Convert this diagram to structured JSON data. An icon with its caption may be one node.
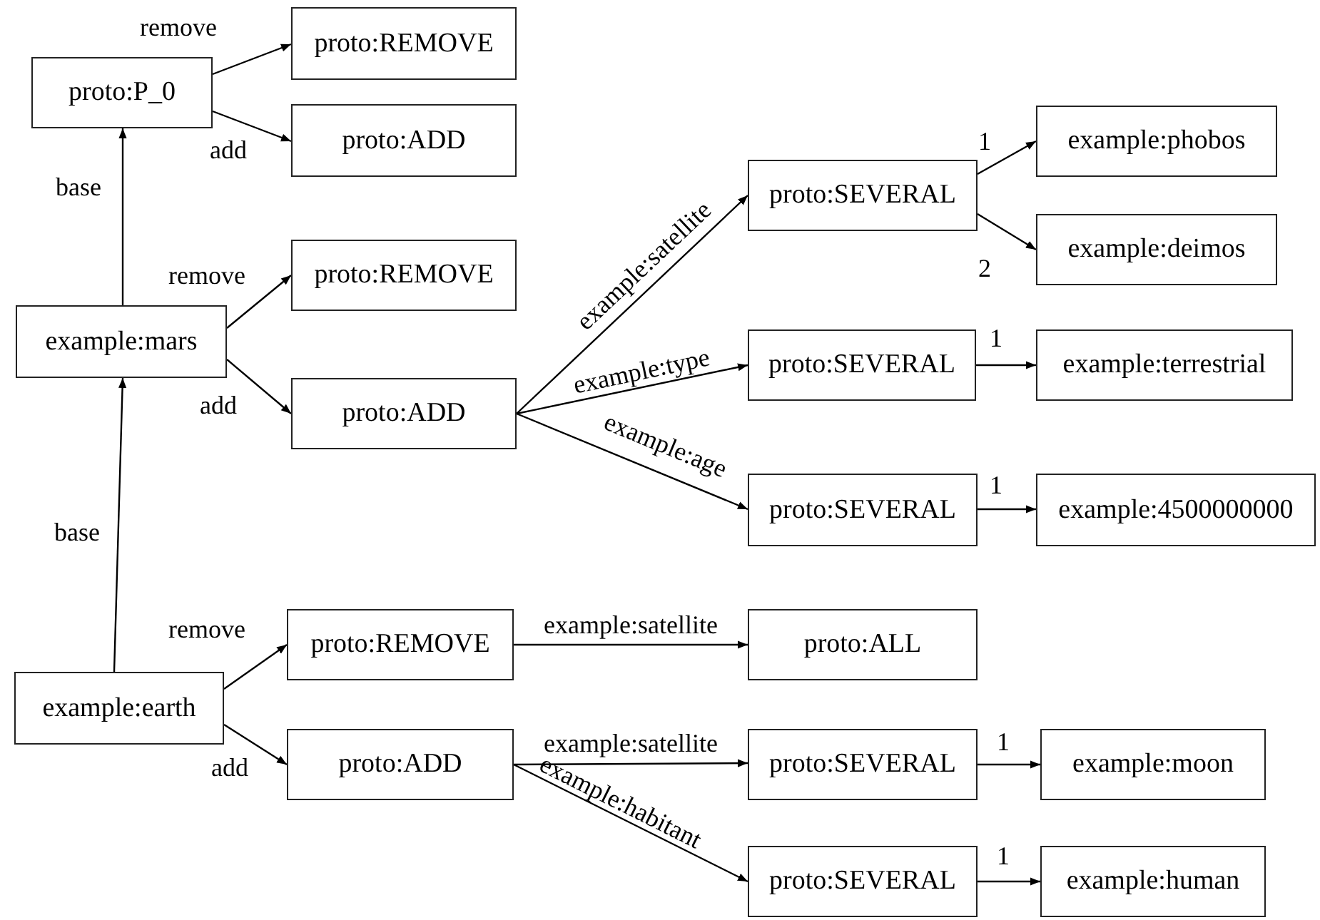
{
  "diagram": {
    "nodes": [
      {
        "text": [
          "proto:P_0"
        ]
      },
      {
        "text": [
          "proto:REMOVE"
        ]
      },
      {
        "text": [
          "proto:ADD"
        ]
      },
      {
        "text": [
          "example:mars"
        ]
      },
      {
        "text": [
          "proto:REMOVE"
        ]
      },
      {
        "text": [
          "proto:ADD"
        ]
      },
      {
        "text": [
          "proto:SEVERAL"
        ]
      },
      {
        "text": [
          "example:phobos"
        ]
      },
      {
        "text": [
          "example:deimos"
        ]
      },
      {
        "text": [
          "proto:SEVERAL"
        ]
      },
      {
        "text": [
          "example:terrestrial"
        ]
      },
      {
        "text": [
          "proto:SEVERAL"
        ]
      },
      {
        "text": [
          "example:4500000000"
        ]
      },
      {
        "text": [
          "example:earth"
        ]
      },
      {
        "text": [
          "proto:REMOVE"
        ]
      },
      {
        "text": [
          "proto:ALL"
        ]
      },
      {
        "text": [
          "proto:ADD"
        ]
      },
      {
        "text": [
          "proto:SEVERAL"
        ]
      },
      {
        "text": [
          "example:moon"
        ]
      },
      {
        "text": [
          "proto:SEVERAL"
        ]
      },
      {
        "text": [
          "example:human"
        ]
      }
    ],
    "edges": [
      {
        "from": 0,
        "to": 1,
        "arrow": "to",
        "label": "remove"
      },
      {
        "from": 0,
        "to": 2,
        "arrow": "to",
        "label": "add"
      },
      {
        "from": 3,
        "to": 0,
        "arrow": "to",
        "label": "base"
      },
      {
        "from": 3,
        "to": 4,
        "arrow": "to",
        "label": "remove"
      },
      {
        "from": 3,
        "to": 5,
        "arrow": "to",
        "label": "add"
      },
      {
        "from": 5,
        "to": 6,
        "arrow": "to",
        "label": "example:satellite"
      },
      {
        "from": 5,
        "to": 9,
        "arrow": "to",
        "label": "example:type"
      },
      {
        "from": 5,
        "to": 11,
        "arrow": "to",
        "label": "example:age"
      },
      {
        "from": 6,
        "to": 7,
        "arrow": "to",
        "label": "1"
      },
      {
        "from": 6,
        "to": 8,
        "arrow": "to",
        "label": "2"
      },
      {
        "from": 9,
        "to": 10,
        "arrow": "to",
        "label": "1"
      },
      {
        "from": 11,
        "to": 12,
        "arrow": "to",
        "label": "1"
      },
      {
        "from": 13,
        "to": 3,
        "arrow": "to",
        "label": "base"
      },
      {
        "from": 13,
        "to": 14,
        "arrow": "to",
        "label": "remove"
      },
      {
        "from": 13,
        "to": 16,
        "arrow": "to",
        "label": "add"
      },
      {
        "from": 14,
        "to": 15,
        "arrow": "to",
        "label": "example:satellite"
      },
      {
        "from": 16,
        "to": 17,
        "arrow": "to",
        "label": "example:satellite"
      },
      {
        "from": 16,
        "to": 19,
        "arrow": "to",
        "label": "example:habitant"
      },
      {
        "from": 17,
        "to": 18,
        "arrow": "to",
        "label": "1"
      },
      {
        "from": 19,
        "to": 20,
        "arrow": "to",
        "label": "1"
      }
    ]
  }
}
